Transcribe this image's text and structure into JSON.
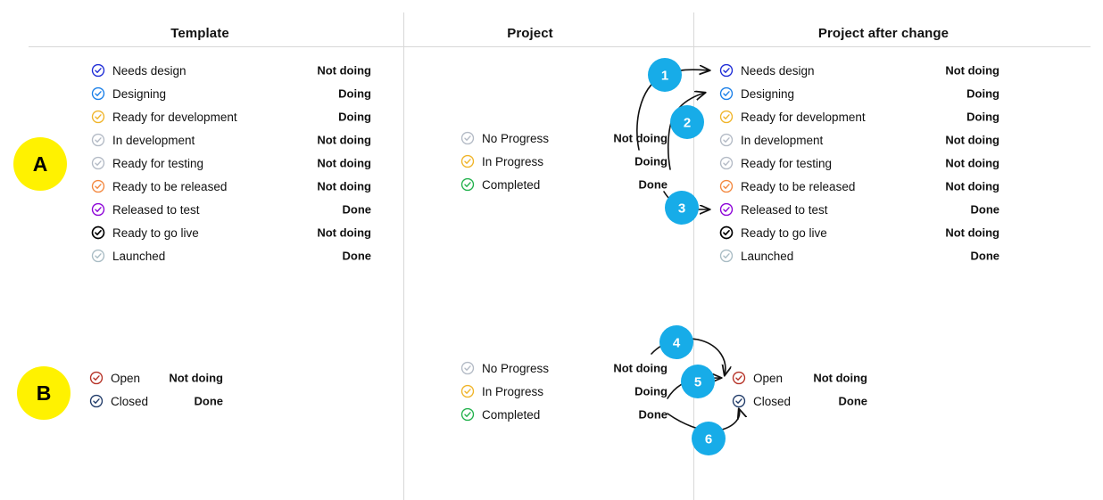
{
  "columns": {
    "template": "Template",
    "project": "Project",
    "after": "Project after change"
  },
  "sections": [
    {
      "badge": "A"
    },
    {
      "badge": "B"
    }
  ],
  "colors": {
    "badge_yellow": "#FFF200",
    "step_circle": "#17ACE8",
    "rule": "#d8d8d8",
    "icon_blue_dark": "#1D2BD6",
    "icon_blue": "#1A7FE8",
    "icon_amber": "#F0B429",
    "icon_grey": "#B3BAC5",
    "icon_orange": "#F3883F",
    "icon_purple": "#8B00D7",
    "icon_black": "#000000",
    "icon_slate": "#A9BCC4",
    "icon_green": "#22B14C",
    "icon_red": "#B53025",
    "icon_navy": "#1F3A68",
    "arrow": "#111111"
  },
  "section_a": {
    "template_rows": [
      {
        "label": "Needs design",
        "status": "Not doing",
        "icon": "check-circle-icon",
        "color": "icon_blue_dark"
      },
      {
        "label": "Designing",
        "status": "Doing",
        "icon": "check-circle-icon",
        "color": "icon_blue"
      },
      {
        "label": "Ready for development",
        "status": "Doing",
        "icon": "check-circle-icon",
        "color": "icon_amber"
      },
      {
        "label": "In development",
        "status": "Not doing",
        "icon": "check-circle-icon",
        "color": "icon_grey"
      },
      {
        "label": "Ready for testing",
        "status": "Not doing",
        "icon": "check-circle-icon",
        "color": "icon_grey"
      },
      {
        "label": "Ready to be released",
        "status": "Not doing",
        "icon": "check-circle-icon",
        "color": "icon_orange"
      },
      {
        "label": "Released to test",
        "status": "Done",
        "icon": "check-circle-icon",
        "color": "icon_purple"
      },
      {
        "label": "Ready to go live",
        "status": "Not doing",
        "icon": "check-circle-icon",
        "color": "icon_black"
      },
      {
        "label": "Launched",
        "status": "Done",
        "icon": "check-circle-icon",
        "color": "icon_slate"
      }
    ],
    "project_rows": [
      {
        "label": "No Progress",
        "status": "Not doing",
        "icon": "check-circle-icon",
        "color": "icon_grey"
      },
      {
        "label": "In Progress",
        "status": "Doing",
        "icon": "check-circle-icon",
        "color": "icon_amber"
      },
      {
        "label": "Completed",
        "status": "Done",
        "icon": "check-circle-icon",
        "color": "icon_green"
      }
    ],
    "after_rows": [
      {
        "label": "Needs design",
        "status": "Not doing",
        "icon": "check-circle-icon",
        "color": "icon_blue_dark"
      },
      {
        "label": "Designing",
        "status": "Doing",
        "icon": "check-circle-icon",
        "color": "icon_blue"
      },
      {
        "label": "Ready for development",
        "status": "Doing",
        "icon": "check-circle-icon",
        "color": "icon_amber"
      },
      {
        "label": "In development",
        "status": "Not doing",
        "icon": "check-circle-icon",
        "color": "icon_grey"
      },
      {
        "label": "Ready for testing",
        "status": "Not doing",
        "icon": "check-circle-icon",
        "color": "icon_grey"
      },
      {
        "label": "Ready to be released",
        "status": "Not doing",
        "icon": "check-circle-icon",
        "color": "icon_orange"
      },
      {
        "label": "Released to test",
        "status": "Done",
        "icon": "check-circle-icon",
        "color": "icon_purple"
      },
      {
        "label": "Ready to go live",
        "status": "Not doing",
        "icon": "check-circle-icon",
        "color": "icon_black"
      },
      {
        "label": "Launched",
        "status": "Done",
        "icon": "check-circle-icon",
        "color": "icon_slate"
      }
    ],
    "steps": [
      "1",
      "2",
      "3"
    ]
  },
  "section_b": {
    "template_rows": [
      {
        "label": "Open",
        "status": "Not doing",
        "icon": "check-circle-icon",
        "color": "icon_red"
      },
      {
        "label": "Closed",
        "status": "Done",
        "icon": "check-circle-icon",
        "color": "icon_navy"
      }
    ],
    "project_rows": [
      {
        "label": "No Progress",
        "status": "Not doing",
        "icon": "check-circle-icon",
        "color": "icon_grey"
      },
      {
        "label": "In Progress",
        "status": "Doing",
        "icon": "check-circle-icon",
        "color": "icon_amber"
      },
      {
        "label": "Completed",
        "status": "Done",
        "icon": "check-circle-icon",
        "color": "icon_green"
      }
    ],
    "after_rows": [
      {
        "label": "Open",
        "status": "Not doing",
        "icon": "check-circle-icon",
        "color": "icon_red"
      },
      {
        "label": "Closed",
        "status": "Done",
        "icon": "check-circle-icon",
        "color": "icon_navy"
      }
    ],
    "steps": [
      "4",
      "5",
      "6"
    ]
  }
}
